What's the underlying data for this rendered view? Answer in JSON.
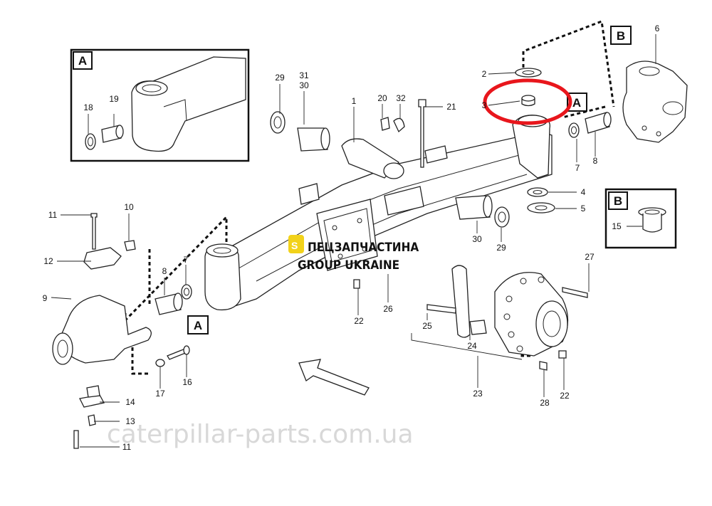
{
  "callout_boxes": {
    "a": "A",
    "b": "B"
  },
  "labels": {
    "n1": "1",
    "n2": "2",
    "n3": "3",
    "n4": "4",
    "n5": "5",
    "n6": "6",
    "n7": "7",
    "n8": "8",
    "n9": "9",
    "n10": "10",
    "n11": "11",
    "n12": "12",
    "n13": "13",
    "n14": "14",
    "n15": "15",
    "n16": "16",
    "n17": "17",
    "n18": "18",
    "n19": "19",
    "n20": "20",
    "n21": "21",
    "n22": "22",
    "n23": "23",
    "n24": "24",
    "n25": "25",
    "n26": "26",
    "n27": "27",
    "n28": "28",
    "n29": "29",
    "n30": "30",
    "n31": "31",
    "n32": "32"
  },
  "watermark": {
    "line1": "ПЕЦЗАПЧАСТИНА",
    "line2": "GROUP UKRAINE",
    "site": "caterpillar-parts.com.ua"
  },
  "colors": {
    "highlight": "#e8161c",
    "logo": "#f2d21a"
  }
}
